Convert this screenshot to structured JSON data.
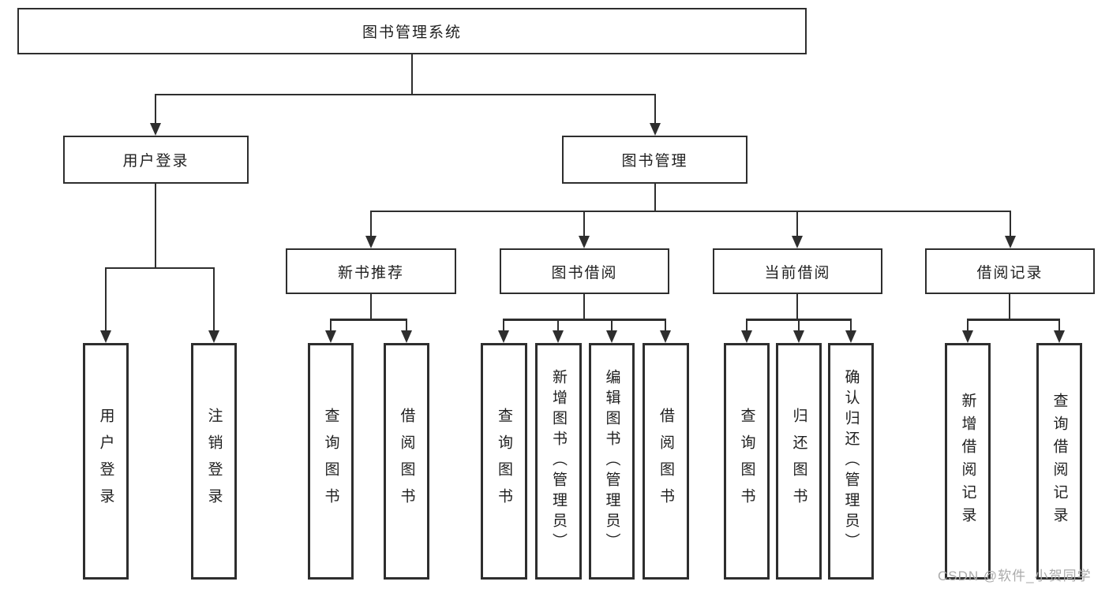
{
  "diagram": {
    "root_label": "图书管理系统",
    "branches": [
      {
        "label": "用户登录",
        "children": [
          {
            "label": "用户登录"
          },
          {
            "label": "注销登录"
          }
        ]
      },
      {
        "label": "图书管理",
        "children": [
          {
            "label": "新书推荐",
            "children": [
              {
                "label": "查询图书"
              },
              {
                "label": "借阅图书"
              }
            ]
          },
          {
            "label": "图书借阅",
            "children": [
              {
                "label": "查询图书"
              },
              {
                "label": "新增图书（管理员）"
              },
              {
                "label": "编辑图书（管理员）"
              },
              {
                "label": "借阅图书"
              }
            ]
          },
          {
            "label": "当前借阅",
            "children": [
              {
                "label": "查询图书"
              },
              {
                "label": "归还图书"
              },
              {
                "label": "确认归还（管理员）"
              }
            ]
          },
          {
            "label": "借阅记录",
            "children": [
              {
                "label": "新增借阅记录"
              },
              {
                "label": "查询借阅记录"
              }
            ]
          }
        ]
      }
    ]
  },
  "watermark": {
    "text": "CSDN @软件_小贺同学"
  },
  "colors": {
    "line": "#2e2e2e",
    "text": "#1f1f1f",
    "box_background": "#ffffff",
    "watermark": "#ababab"
  }
}
